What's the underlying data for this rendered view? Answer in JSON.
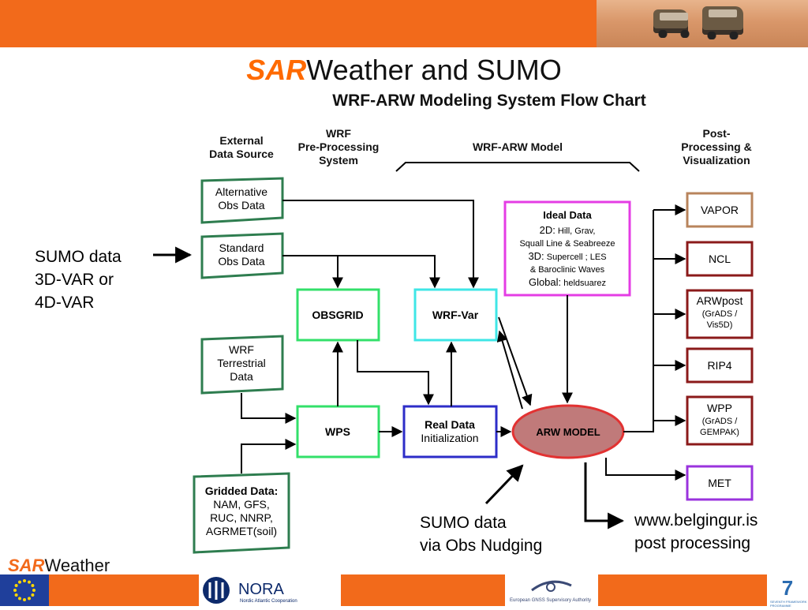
{
  "slide": {
    "title_highlight": "SAR",
    "title_rest": "Weather and SUMO",
    "brand_highlight": "SAR",
    "brand_rest": "Weather"
  },
  "chart": {
    "title": "WRF-ARW Modeling System Flow Chart",
    "column_headers": {
      "external": [
        "External",
        "Data Source"
      ],
      "preprocessing": [
        "WRF",
        "Pre-Processing",
        "System"
      ],
      "model": "WRF-ARW Model",
      "post": [
        "Post-",
        "Processing &",
        "Visualization"
      ]
    },
    "external_sources": {
      "alternative": [
        "Alternative",
        "Obs Data"
      ],
      "standard": [
        "Standard",
        "Obs Data"
      ],
      "terrestrial": [
        "WRF",
        "Terrestrial",
        "Data"
      ],
      "gridded_title": "Gridded Data:",
      "gridded_lines": [
        "NAM, GFS,",
        "RUC, NNRP,",
        "AGRMET(soil)"
      ]
    },
    "processing": {
      "obsgrid": "OBSGRID",
      "wrfvar": "WRF-Var",
      "wps": "WPS",
      "real_data": [
        "Real Data",
        "Initialization"
      ],
      "arw_model": "ARW MODEL"
    },
    "ideal_data": {
      "title": "Ideal Data",
      "line1_label": "2D:",
      "line1_text": "Hill, Grav,",
      "line2_text": "Squall Line & Seabreeze",
      "line3_label": "3D:",
      "line3_text": "Supercell ; LES",
      "line4_text": "& Baroclinic Waves",
      "line5_label": "Global:",
      "line5_text": "heldsuarez"
    },
    "post_tools": {
      "vapor": "VAPOR",
      "ncl": "NCL",
      "arwpost": [
        "ARWpost",
        "(GrADS /",
        "Vis5D)"
      ],
      "rip4": "RIP4",
      "wpp": [
        "WPP",
        "(GrADS /",
        "GEMPAK)"
      ],
      "met": "MET"
    },
    "colors": {
      "green_dark": "#2e7d4f",
      "green_bright": "#33e06a",
      "cyan": "#3fe6e6",
      "blue": "#2d2dc8",
      "magenta": "#e43de4",
      "model_fill": "#c07a7a",
      "model_stroke": "#e23232",
      "vapor": "#b8845c",
      "dark_red": "#8b1a1a",
      "purple": "#9a33dd"
    }
  },
  "annotations": {
    "sumo_3dvar": "SUMO data\n3D-VAR or\n4D-VAR",
    "sumo_nudging": "SUMO data\nvia Obs Nudging",
    "post_processing": "www.belgingur.is\npost processing"
  },
  "footer": {
    "nora": "NORA",
    "nora_sub": "Nordic Atlantic Cooperation",
    "gsa": "European GNSS Supervisory Authority",
    "fp7": "SEVENTH FRAMEWORK PROGRAMME"
  }
}
